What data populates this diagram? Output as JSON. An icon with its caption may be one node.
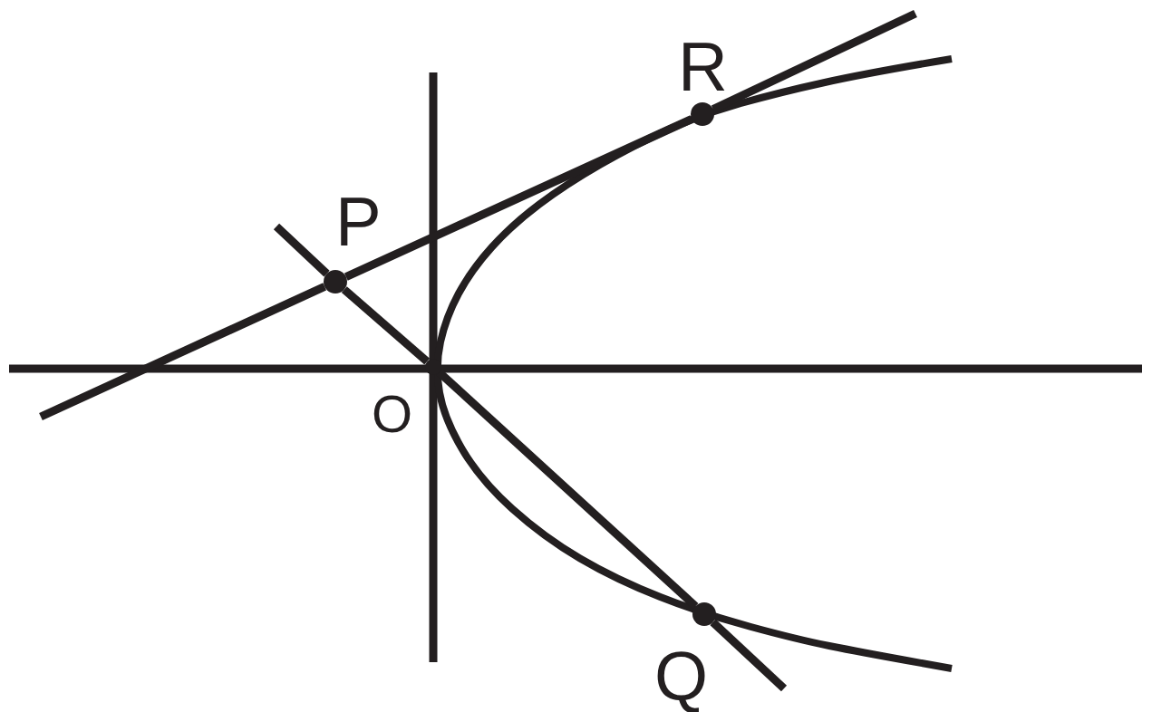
{
  "diagram": {
    "nodes": [
      {
        "text": [],
        "shape": "circle",
        "beside": [
          "P"
        ]
      },
      {
        "text": [],
        "shape": "circle",
        "beside": [
          "O"
        ]
      },
      {
        "text": [],
        "shape": "circle",
        "beside": [
          "Q"
        ]
      },
      {
        "text": [],
        "shape": "circle",
        "beside": [
          "R"
        ]
      }
    ],
    "edges": [
      {
        "from": 0,
        "to": 3,
        "arrow": "none"
      },
      {
        "from": 0,
        "to": 1,
        "arrow": "none"
      },
      {
        "from": 1,
        "to": 2,
        "arrow": "none"
      }
    ]
  }
}
